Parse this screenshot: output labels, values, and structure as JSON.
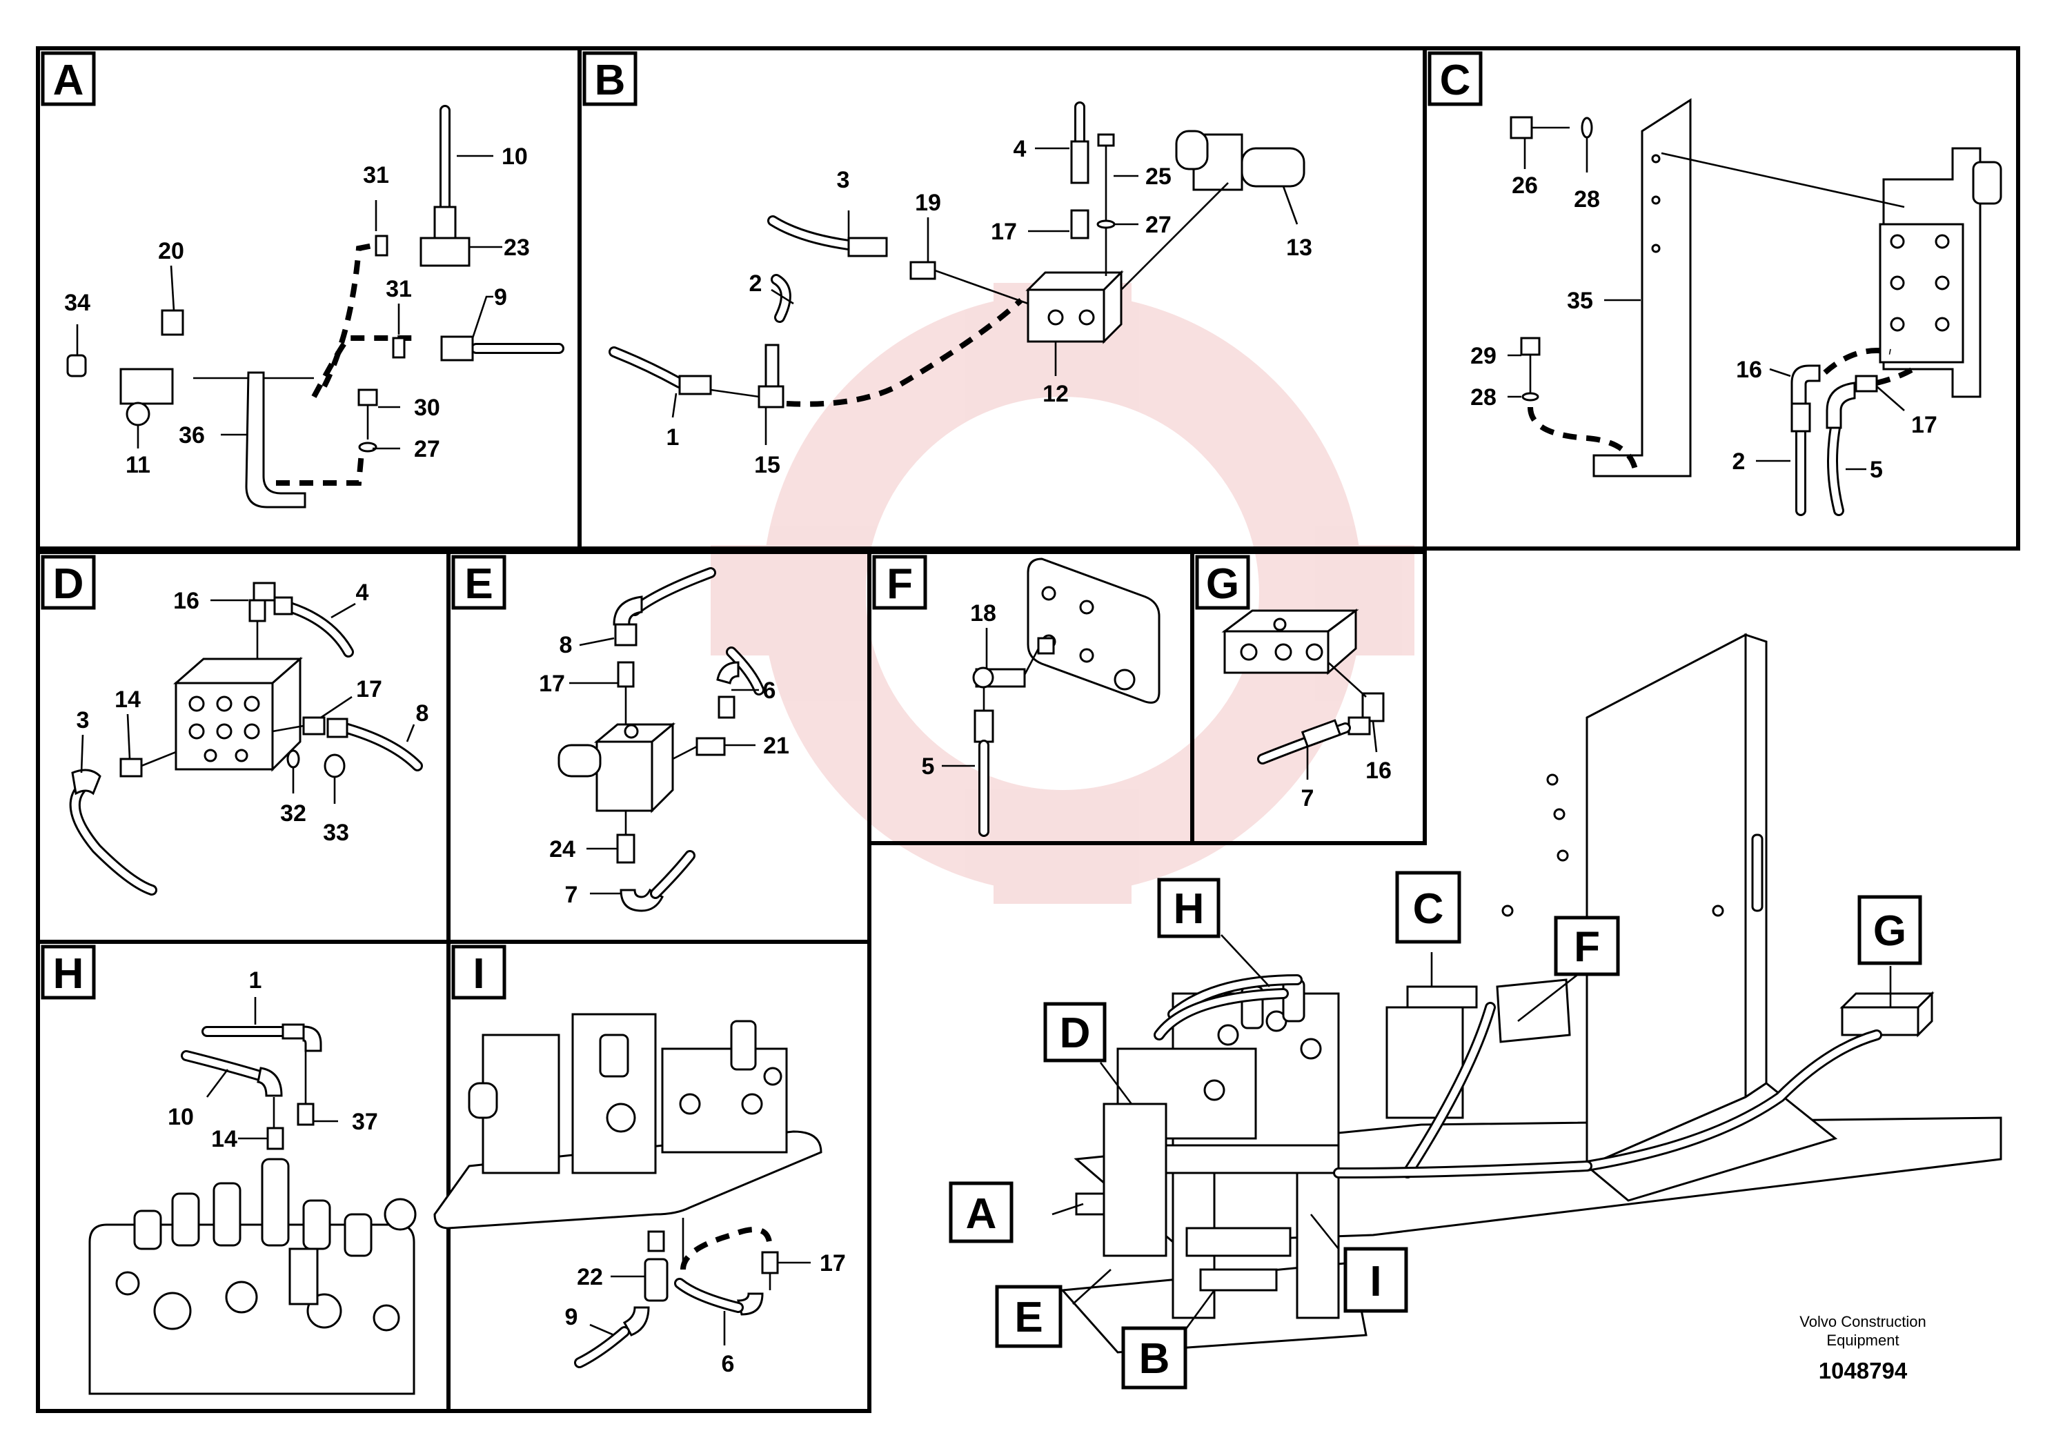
{
  "views": [
    {
      "id": "A",
      "letter": "A",
      "callouts": [
        "10",
        "31",
        "23",
        "20",
        "34",
        "31",
        "9",
        "30",
        "27",
        "36",
        "11"
      ]
    },
    {
      "id": "B",
      "letter": "B",
      "callouts": [
        "4",
        "25",
        "3",
        "19",
        "17",
        "27",
        "13",
        "2",
        "12",
        "1",
        "15"
      ]
    },
    {
      "id": "C",
      "letter": "C",
      "callouts": [
        "26",
        "28",
        "35",
        "29",
        "28",
        "16",
        "17",
        "2",
        "5"
      ]
    },
    {
      "id": "D",
      "letter": "D",
      "callouts": [
        "16",
        "4",
        "14",
        "17",
        "3",
        "8",
        "32",
        "33"
      ]
    },
    {
      "id": "E",
      "letter": "E",
      "callouts": [
        "8",
        "17",
        "6",
        "21",
        "24",
        "7"
      ]
    },
    {
      "id": "F",
      "letter": "F",
      "callouts": [
        "18",
        "5"
      ]
    },
    {
      "id": "G",
      "letter": "G",
      "callouts": [
        "7",
        "16"
      ]
    },
    {
      "id": "H",
      "letter": "H",
      "callouts": [
        "1",
        "10",
        "14",
        "37"
      ]
    },
    {
      "id": "I",
      "letter": "I",
      "callouts": [
        "22",
        "17",
        "9",
        "6"
      ]
    }
  ],
  "overview_markers": [
    "H",
    "C",
    "F",
    "G",
    "D",
    "A",
    "E",
    "B",
    "I"
  ],
  "credit": {
    "line1": "Volvo Construction",
    "line2": "Equipment",
    "number": "1048794"
  },
  "colors": {
    "ink": "#000000",
    "paper": "#ffffff",
    "watermark": "#f2c6c6"
  }
}
